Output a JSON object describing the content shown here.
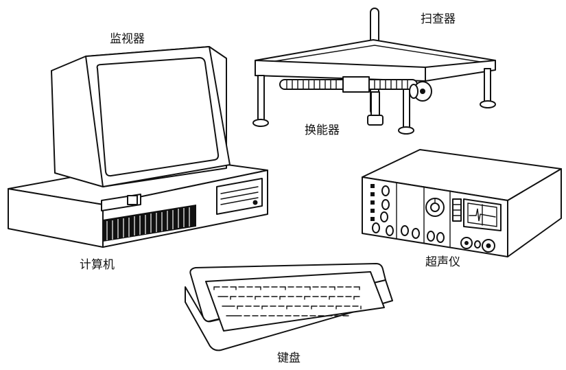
{
  "labels": {
    "monitor": "监视器",
    "scanner": "扫查器",
    "transducer": "换能器",
    "computer": "计算机",
    "ultrasound": "超声仪",
    "keyboard": "键盘"
  }
}
